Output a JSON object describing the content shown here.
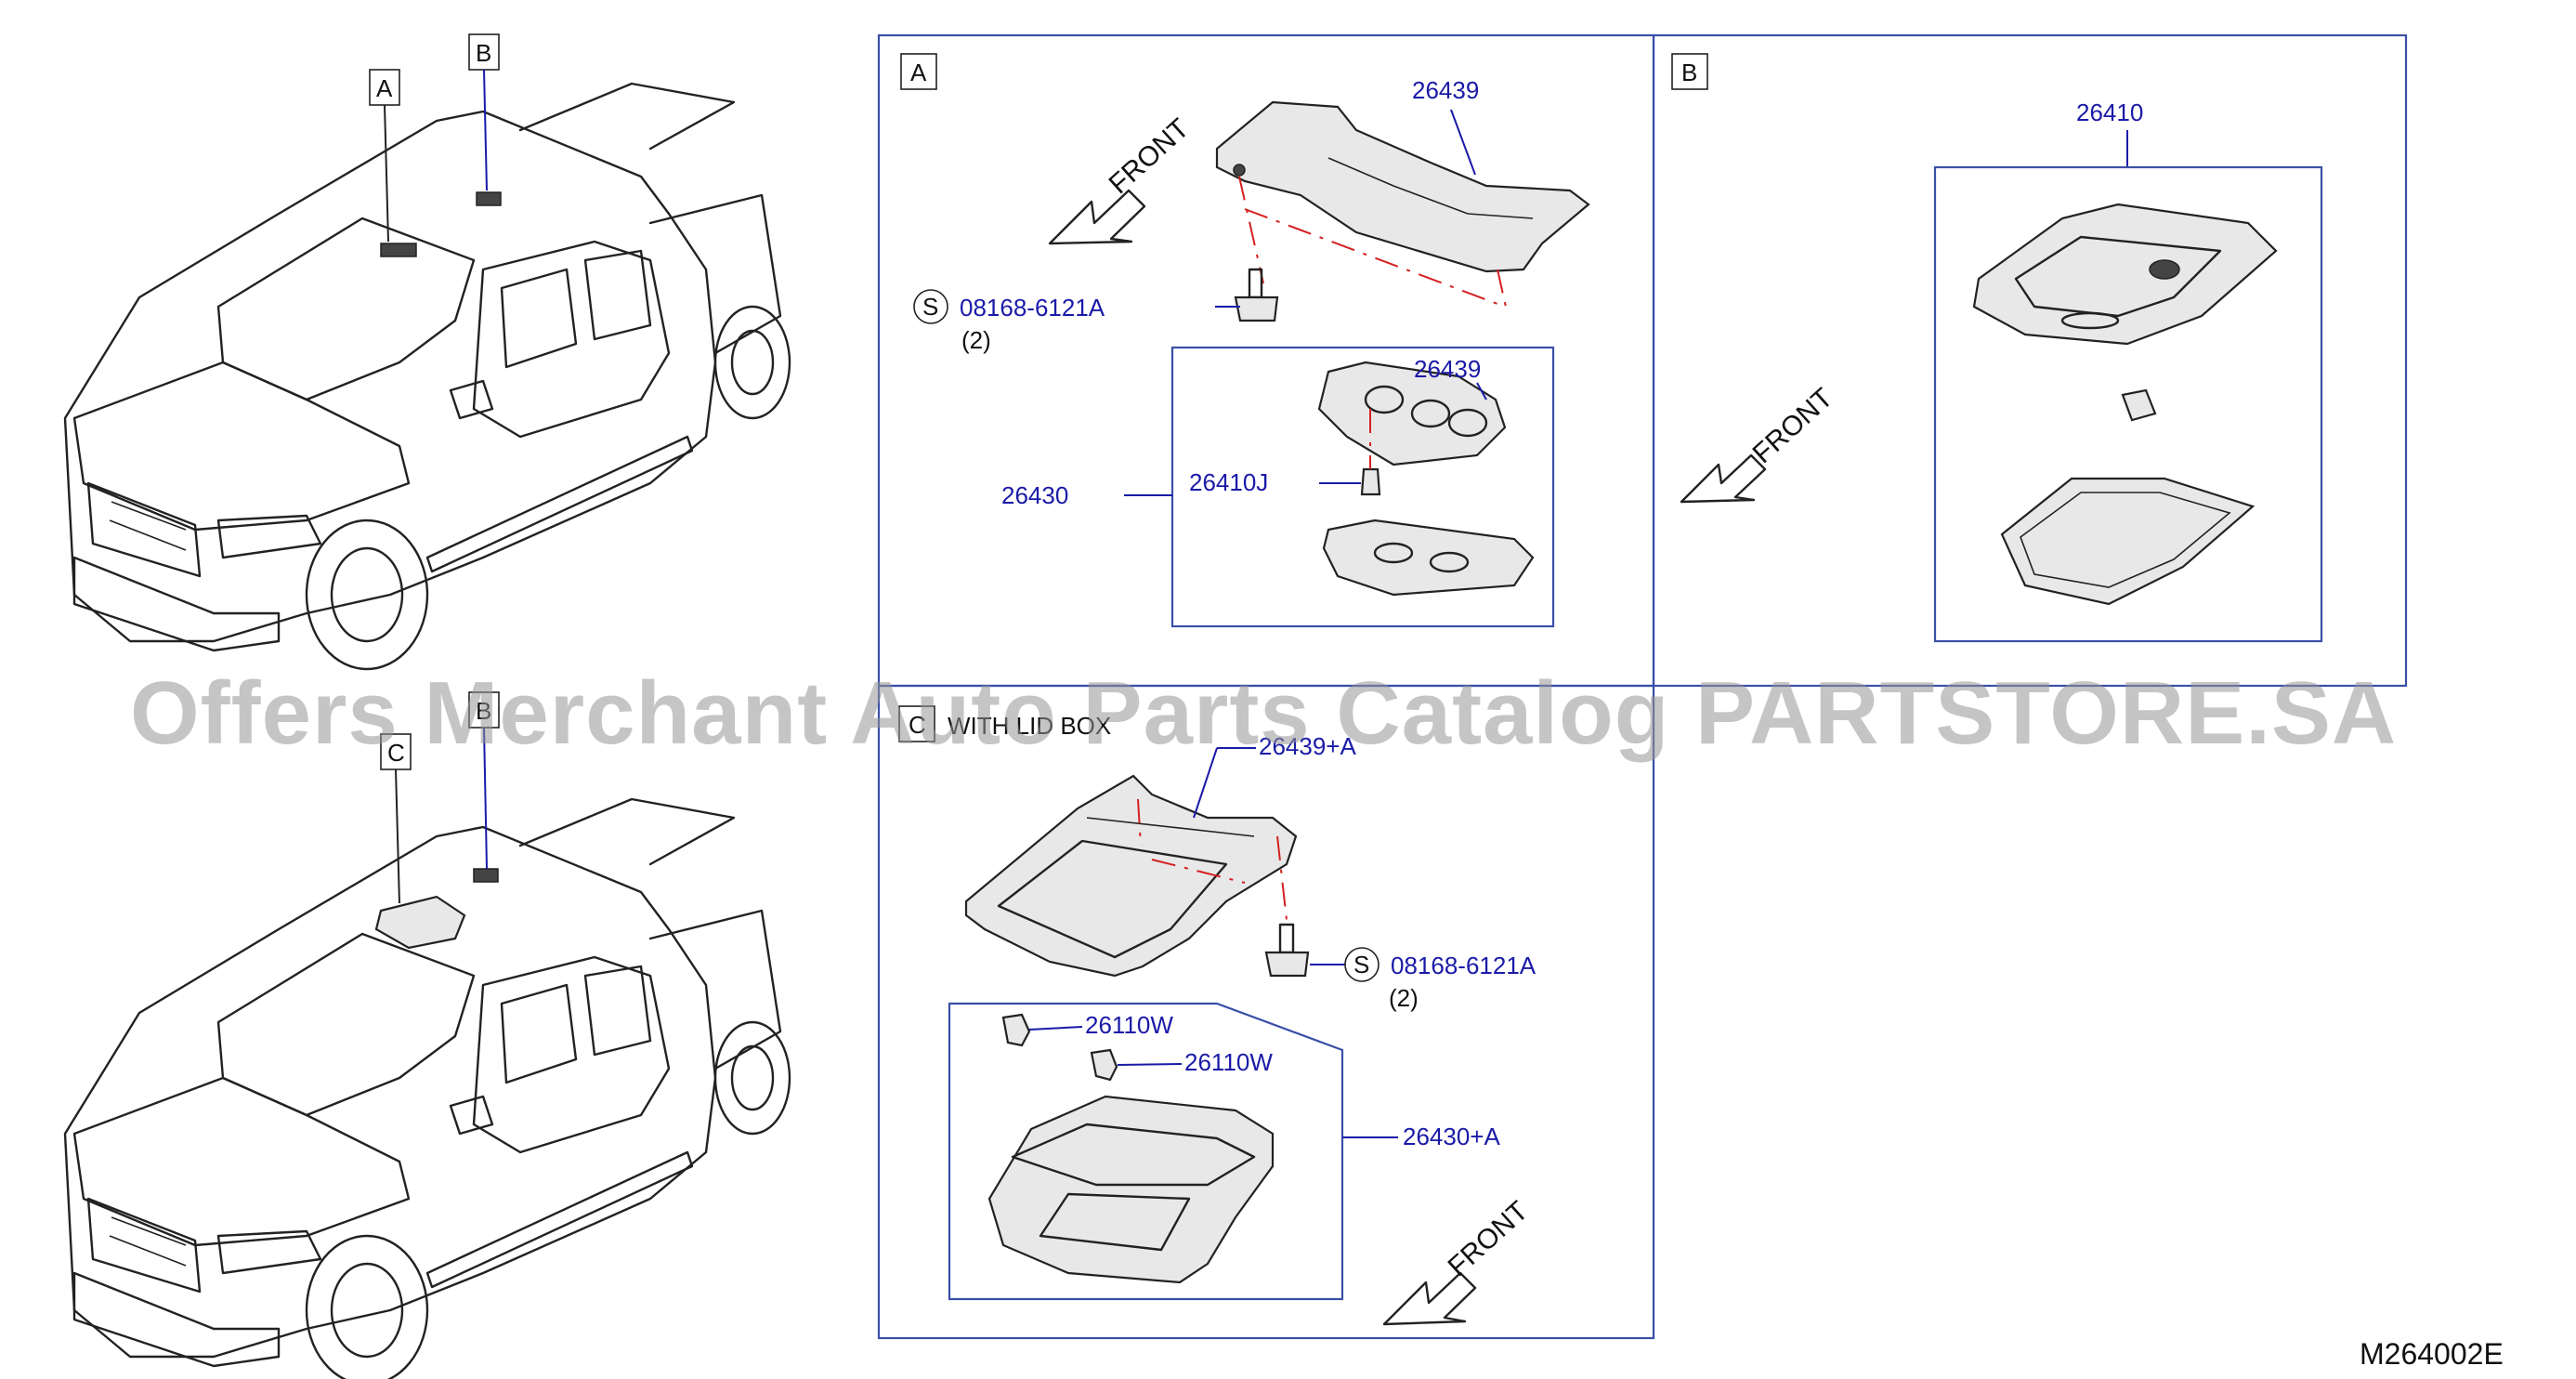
{
  "diagram_code": "M264002E",
  "watermark": "Offers Merchant Auto Parts Catalog PARTSTORE.SA",
  "front_label": "FRONT",
  "views": {
    "A": {
      "letter": "A",
      "parts": {
        "bracket_top": "26439",
        "screw": "08168-6121A",
        "screw_qty": "(2)",
        "screw_symbol": "S",
        "bracket_inner": "26439",
        "lamp_assy": "26430",
        "bulb": "26410J"
      }
    },
    "B": {
      "letter": "B",
      "parts": {
        "lamp_assy": "26410"
      }
    },
    "C": {
      "letter": "C",
      "caption": "WITH LID BOX",
      "parts": {
        "bracket": "26439+A",
        "screw": "08168-6121A",
        "screw_qty": "(2)",
        "screw_symbol": "S",
        "clip_1": "26110W",
        "clip_2": "26110W",
        "lamp_assy": "26430+A"
      }
    }
  },
  "vehicle_callouts": {
    "top": [
      "A",
      "B"
    ],
    "bottom": [
      "C",
      "B"
    ]
  }
}
